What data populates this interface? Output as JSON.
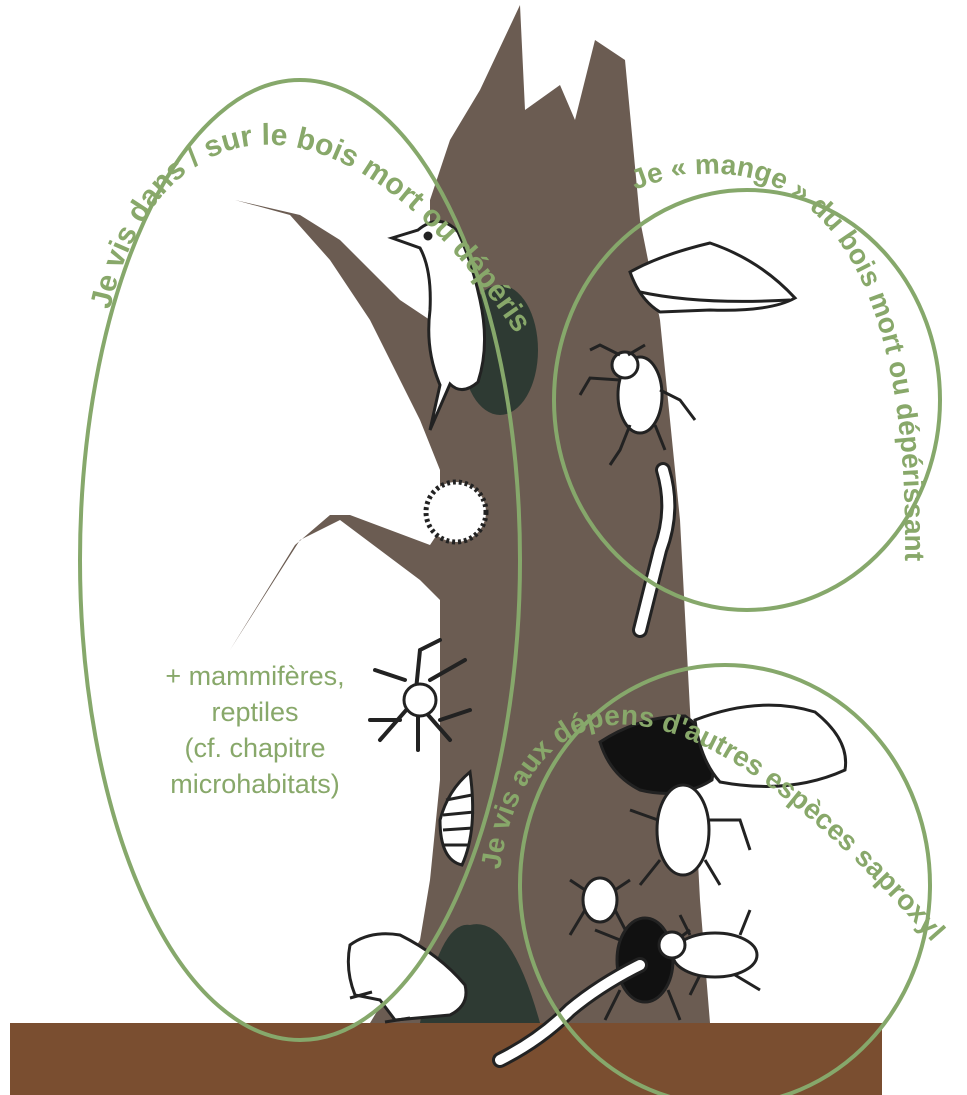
{
  "diagram": {
    "labels": {
      "lives_in_on": "Je vis dans / sur le bois mort ou dépérissant",
      "eats": "Je « mange » du bois mort ou dépérissant",
      "at_expense": "Je vis aux dépens d'autres espèces saproxyliques"
    },
    "side_note": {
      "line1": "+ mammifères,",
      "line2": "reptiles",
      "line3": "(cf. chapitre",
      "line4": "microhabitats)"
    }
  },
  "colors": {
    "trunk": "#6b5c52",
    "cavity": "#2e3a33",
    "ground": "#7a4e30",
    "circle_stroke": "#86a86b",
    "label_text": "#88a86a"
  },
  "icons": [
    "woodpecker-icon",
    "beetle-icon",
    "centipede-icon",
    "bracket-fungus-icon",
    "frog-icon",
    "lichen-icon",
    "larva-icon",
    "moss-ball-icon"
  ]
}
